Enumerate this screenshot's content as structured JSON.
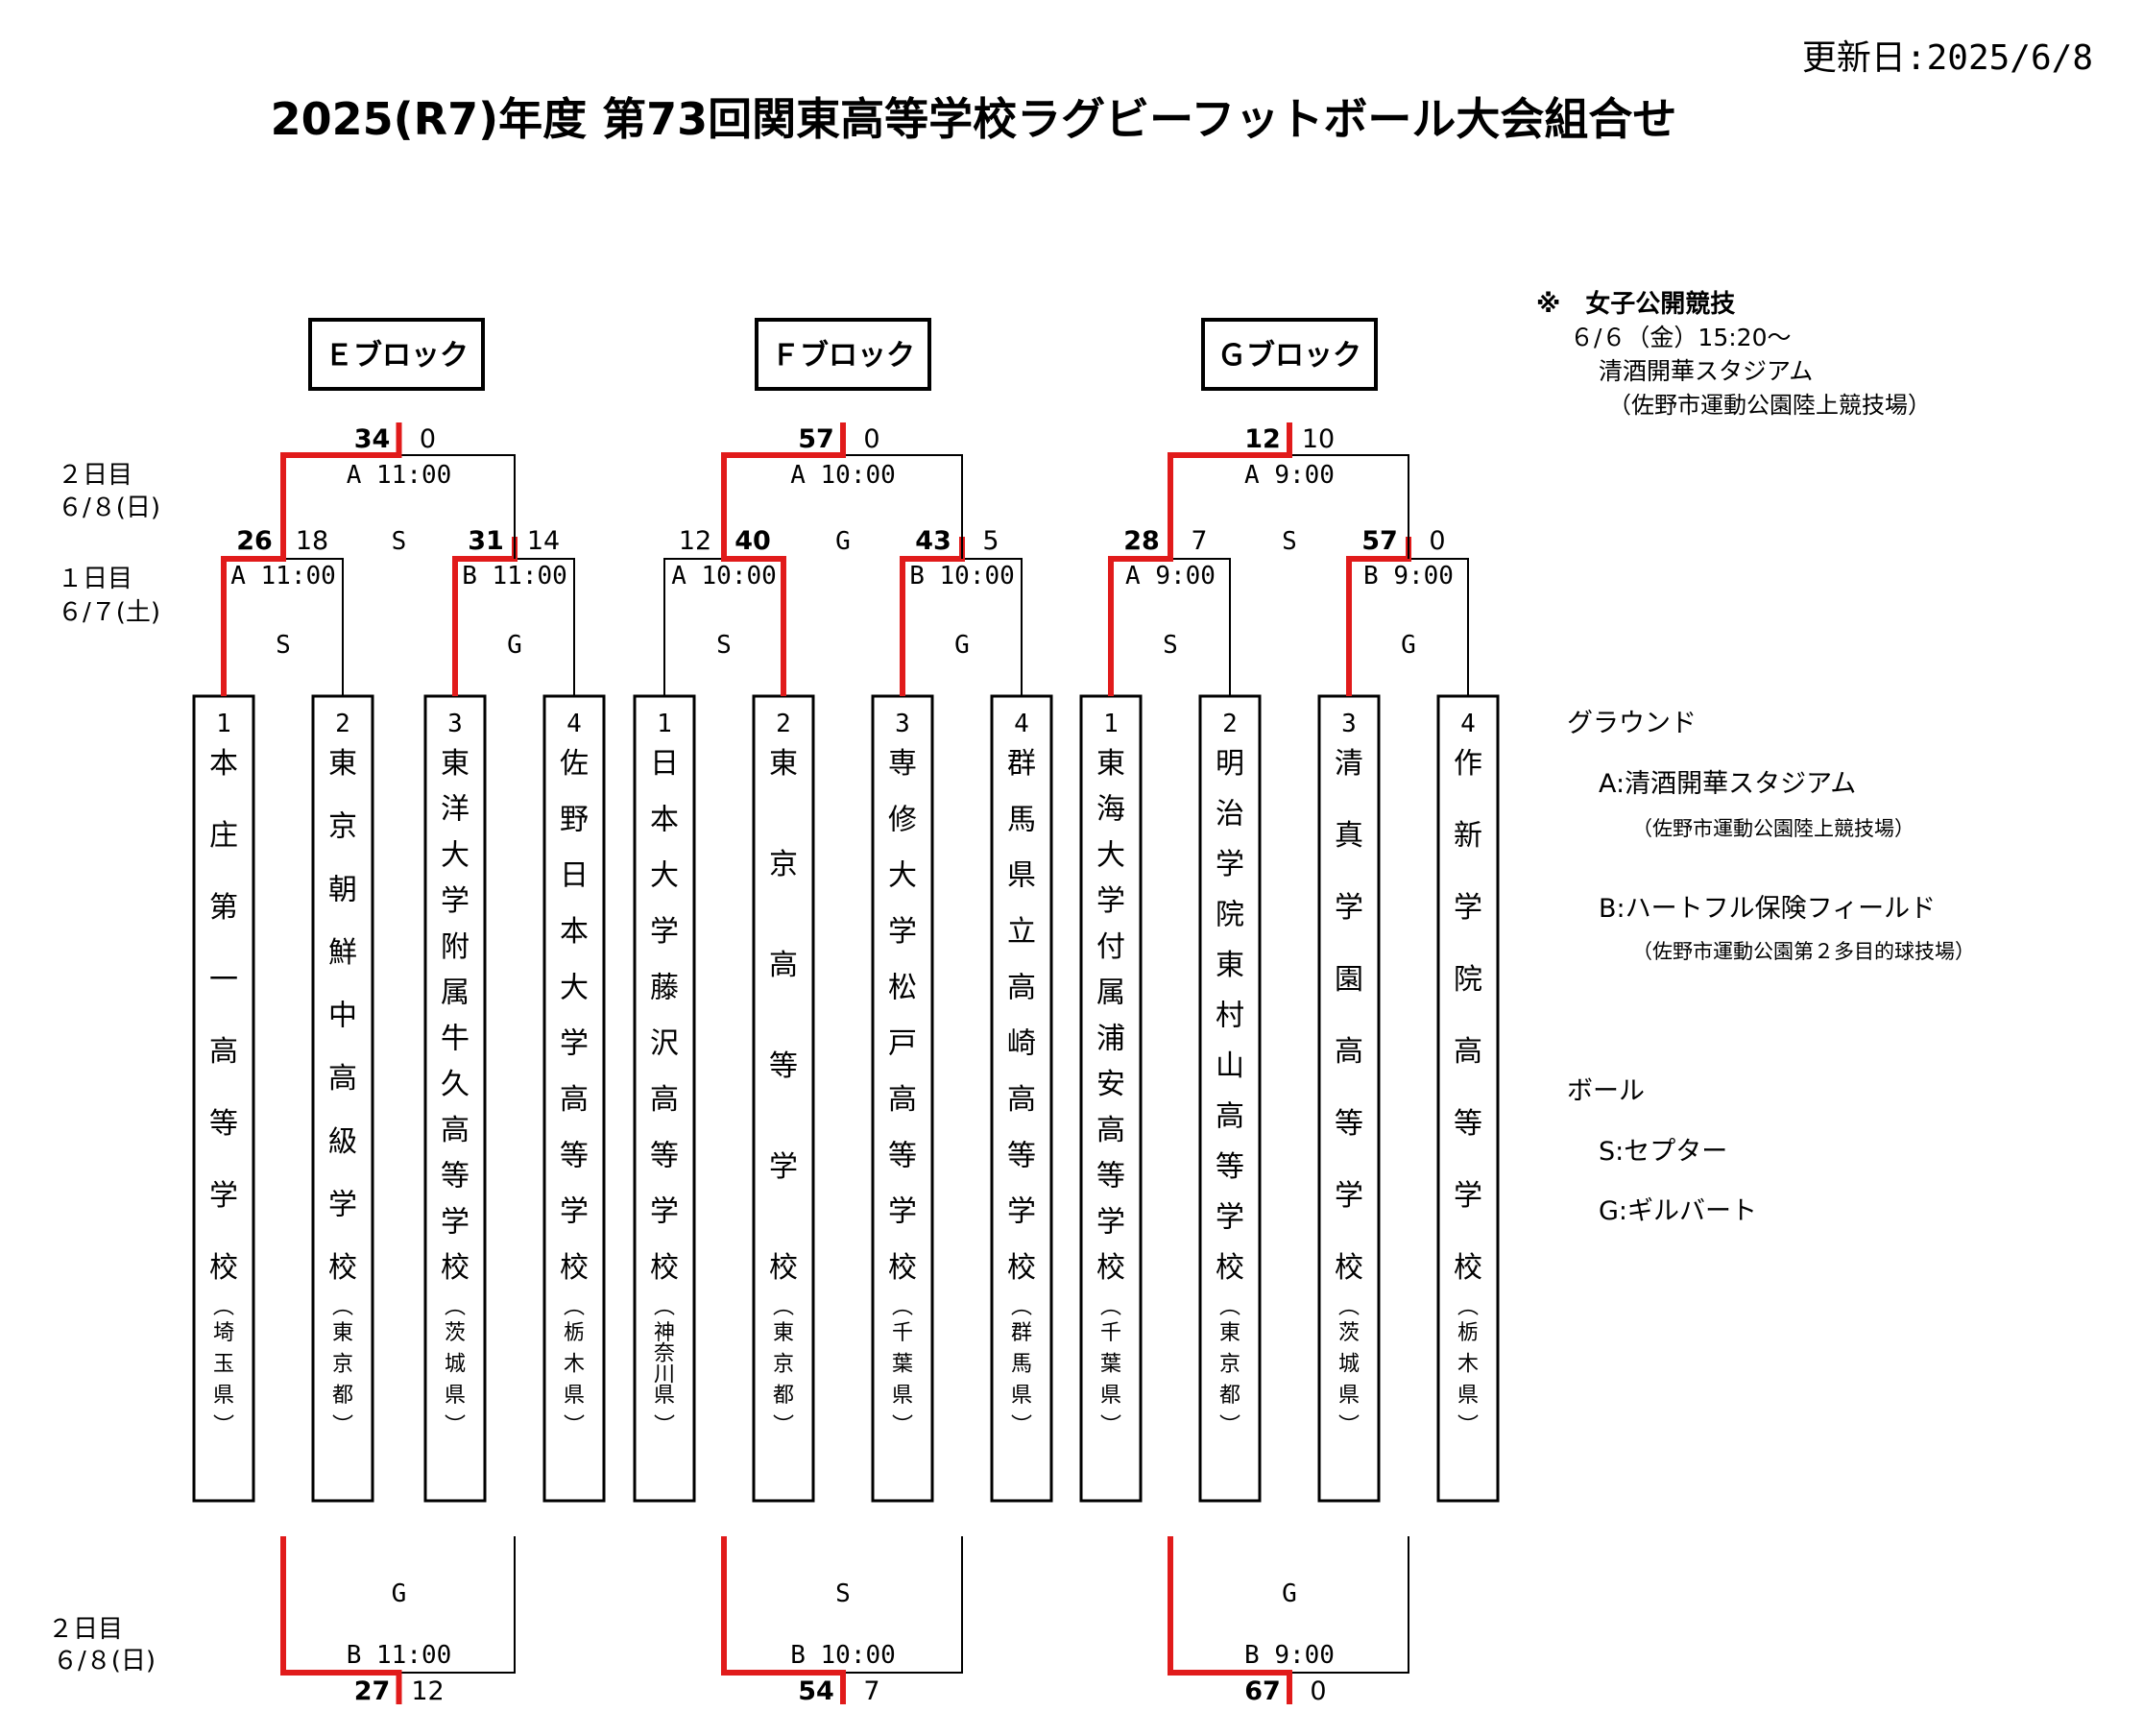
{
  "update_date": "更新日:2025/6/8",
  "title": "2025(R7)年度 第73回関東高等学校ラグビーフットボール大会組合せ",
  "day_labels": {
    "day2": "２日目",
    "day2_date": "６/８(日)",
    "day1": "１日目",
    "day1_date": "６/７(土)"
  },
  "blocks": [
    {
      "name": "Ｅブロック",
      "teams": [
        {
          "num": "1",
          "name": "本庄第一高等学校",
          "pref": "（埼玉県）"
        },
        {
          "num": "2",
          "name": "東京朝鮮中高級学校",
          "pref": "（東京都）"
        },
        {
          "num": "3",
          "name": "東洋大学附属牛久高等学校",
          "pref": "（茨城県）"
        },
        {
          "num": "4",
          "name": "佐野日本大学高等学校",
          "pref": "（栃木県）"
        }
      ],
      "day1_left": {
        "score_l": "26",
        "score_r": "18",
        "time": "A 11:00",
        "ball": "S"
      },
      "day1_right": {
        "score_l": "31",
        "score_r": "14",
        "time": "B 11:00",
        "ball": "G"
      },
      "final": {
        "score_l": "34",
        "score_r": "0",
        "time": "A 11:00",
        "ball": "S"
      },
      "third": {
        "score_l": "27",
        "score_r": "12",
        "time": "B 11:00",
        "ball": "G"
      }
    },
    {
      "name": "Ｆブロック",
      "teams": [
        {
          "num": "1",
          "name": "日本大学藤沢高等学校",
          "pref": "（神奈川県）"
        },
        {
          "num": "2",
          "name": "東京高等学校",
          "pref": "（東京都）"
        },
        {
          "num": "3",
          "name": "専修大学松戸高等学校",
          "pref": "（千葉県）"
        },
        {
          "num": "4",
          "name": "群馬県立高崎高等学校",
          "pref": "（群馬県）"
        }
      ],
      "day1_left": {
        "score_l": "12",
        "score_r": "40",
        "time": "A 10:00",
        "ball": "S"
      },
      "day1_right": {
        "score_l": "43",
        "score_r": "5",
        "time": "B 10:00",
        "ball": "G"
      },
      "final": {
        "score_l": "57",
        "score_r": "0",
        "time": "A 10:00",
        "ball": "G"
      },
      "third": {
        "score_l": "54",
        "score_r": "7",
        "time": "B 10:00",
        "ball": "S"
      }
    },
    {
      "name": "Ｇブロック",
      "teams": [
        {
          "num": "1",
          "name": "東海大学付属浦安高等学校",
          "pref": "（千葉県）"
        },
        {
          "num": "2",
          "name": "明治学院東村山高等学校",
          "pref": "（東京都）"
        },
        {
          "num": "3",
          "name": "清真学園高等学校",
          "pref": "（茨城県）"
        },
        {
          "num": "4",
          "name": "作新学院高等学校",
          "pref": "（栃木県）"
        }
      ],
      "day1_left": {
        "score_l": "28",
        "score_r": "7",
        "time": "A 9:00",
        "ball": "S"
      },
      "day1_right": {
        "score_l": "57",
        "score_r": "0",
        "time": "B 9:00",
        "ball": "G"
      },
      "final": {
        "score_l": "12",
        "score_r": "10",
        "time": "A 9:00",
        "ball": "S"
      },
      "third": {
        "score_l": "67",
        "score_r": "0",
        "time": "B 9:00",
        "ball": "G"
      }
    }
  ],
  "notes": {
    "women_title": "※　女子公開競技",
    "women_date": "６/６（金）15:20～",
    "women_venue": "清酒開華スタジアム",
    "women_venue_sub": "（佐野市運動公園陸上競技場）",
    "ground_title": "グラウンド",
    "ground_a": "A:清酒開華スタジアム",
    "ground_a_sub": "（佐野市運動公園陸上競技場）",
    "ground_b": "B:ハートフル保険フィールド",
    "ground_b_sub": "（佐野市運動公園第２多目的球技場）",
    "ball_title": "ボール",
    "ball_s": "S:セプター",
    "ball_g": "G:ギルバート"
  },
  "colors": {
    "winner_line": "#e11b1b",
    "line": "#000000"
  }
}
